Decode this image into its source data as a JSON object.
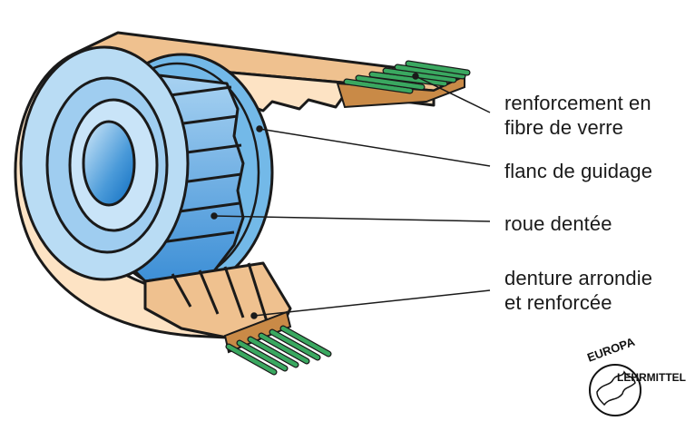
{
  "figure": {
    "title": "Courroie crantée sur roue dentée",
    "colors": {
      "belt_light": "#fde3c4",
      "belt_top": "#efc18f",
      "belt_core": "#c98a47",
      "wheel_light": "#b9dcf4",
      "wheel_mid": "#73b9e8",
      "wheel_dark": "#2f86cf",
      "fibre": "#3aa860",
      "fibre_end": "#1f8a3f",
      "outline": "#1a1a1a"
    }
  },
  "labels": [
    {
      "id": "fibre",
      "lines": [
        "renforcement en",
        "fibre de verre"
      ]
    },
    {
      "id": "flanc",
      "lines": [
        "flanc de guidage"
      ]
    },
    {
      "id": "roue",
      "lines": [
        "roue dentée"
      ]
    },
    {
      "id": "denture",
      "lines": [
        "denture arrondie",
        "et renforcée"
      ]
    }
  ],
  "logo": {
    "top_text": "EUROPA",
    "right_text": "LEHRMITTEL"
  }
}
